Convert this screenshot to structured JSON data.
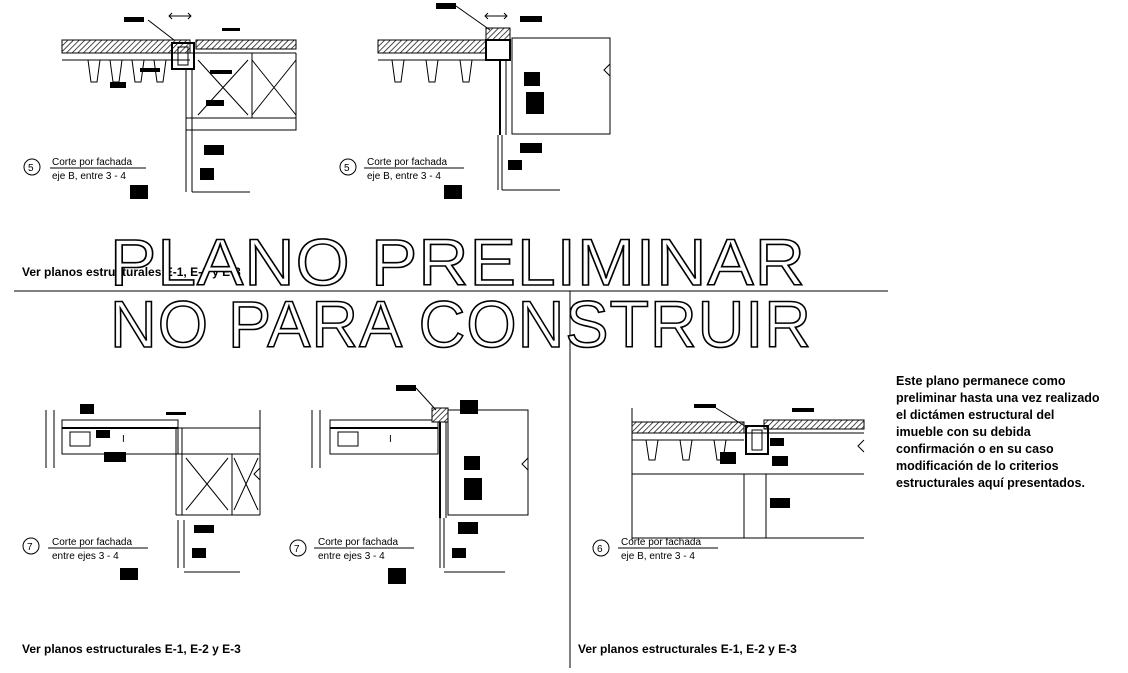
{
  "stamp": {
    "line1": "PLANO PRELIMINAR",
    "line2": "NO PARA CONSTRUIR"
  },
  "note": {
    "lines": [
      "Este plano permanece como",
      "preliminar hasta una vez realizado",
      "el dictámen estructural del",
      "imueble con su debida",
      "confirmación o en su caso",
      "modificación de lo criterios",
      "estructurales aquí presentados."
    ]
  },
  "references": {
    "top_left": "Ver planos estructurales E-1, E-2 y E-3",
    "bottom_left": "Ver planos estructurales E-1, E-2 y E-3",
    "bottom_right": "Ver planos estructurales E-1, E-2 y E-3"
  },
  "details": [
    {
      "number": "5",
      "title": "Corte por fachada",
      "subtitle": "eje B, entre 3 - 4"
    },
    {
      "number": "5",
      "title": "Corte por fachada",
      "subtitle": "eje B, entre 3 - 4"
    },
    {
      "number": "7",
      "title": "Corte por fachada",
      "subtitle": "entre ejes 3 - 4"
    },
    {
      "number": "7",
      "title": "Corte por fachada",
      "subtitle": "entre ejes 3 - 4"
    },
    {
      "number": "6",
      "title": "Corte por fachada",
      "subtitle": "eje B, entre 3 - 4"
    }
  ]
}
